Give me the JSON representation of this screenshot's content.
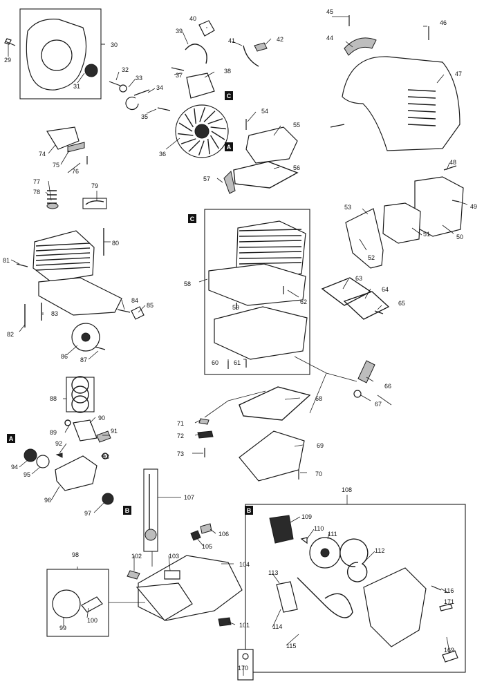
{
  "diagram": {
    "part_numbers": [
      "29",
      "30",
      "31",
      "32",
      "33",
      "34",
      "35",
      "36",
      "37",
      "38",
      "39",
      "40",
      "41",
      "42",
      "44",
      "45",
      "46",
      "47",
      "48",
      "49",
      "50",
      "51",
      "52",
      "53",
      "54",
      "55",
      "56",
      "57",
      "58",
      "59",
      "60",
      "61",
      "62",
      "63",
      "64",
      "65",
      "66",
      "67",
      "68",
      "69",
      "70",
      "71",
      "72",
      "73",
      "74",
      "75",
      "76",
      "77",
      "78",
      "79",
      "80",
      "81",
      "82",
      "83",
      "84",
      "85",
      "86",
      "87",
      "88",
      "89",
      "90",
      "91",
      "92",
      "93",
      "94",
      "95",
      "96",
      "97",
      "98",
      "99",
      "100",
      "101",
      "102",
      "103",
      "104",
      "105",
      "106",
      "107",
      "108",
      "109",
      "110",
      "111",
      "112",
      "113",
      "114",
      "115",
      "116",
      "169",
      "170",
      "171"
    ],
    "reference_markers": {
      "a": "A",
      "b": "B",
      "c": "C"
    }
  }
}
